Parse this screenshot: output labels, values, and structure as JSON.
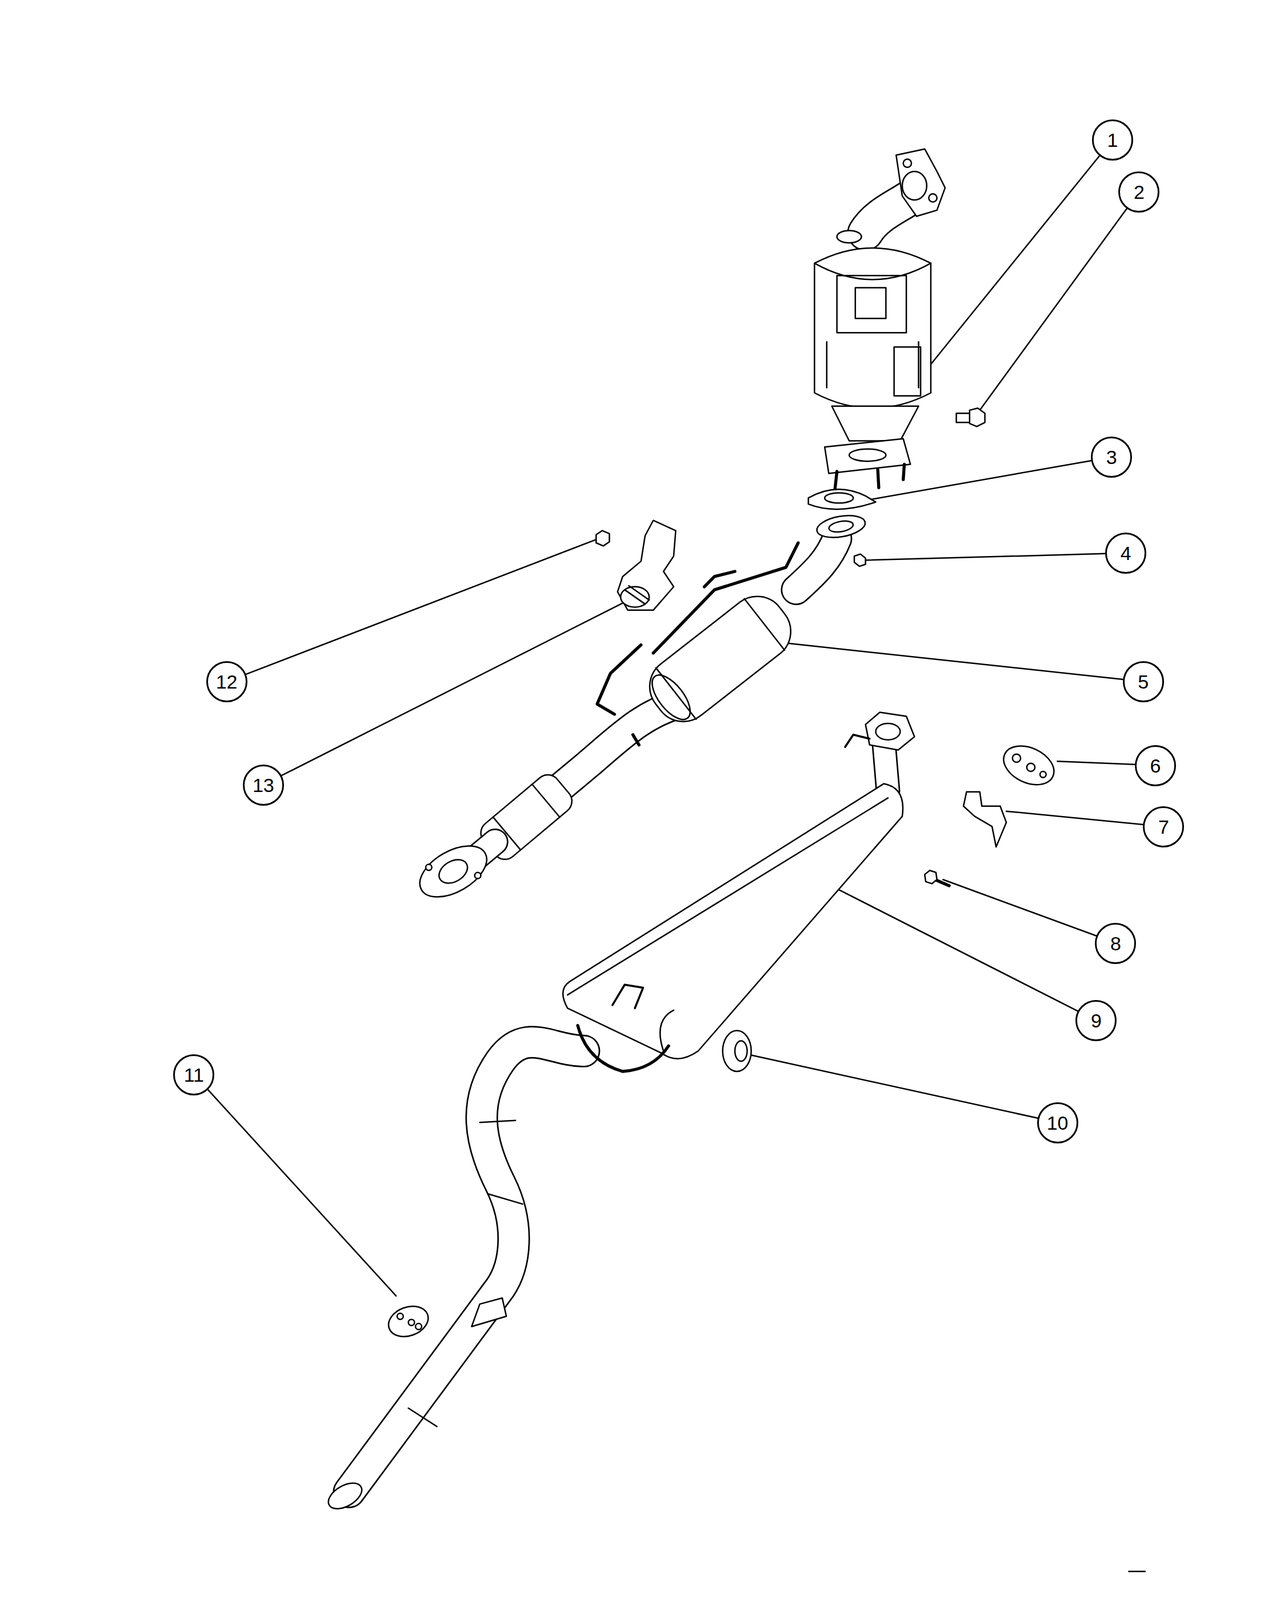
{
  "diagram": {
    "nodes": [
      {
        "text": [
          "1"
        ]
      },
      {
        "text": [
          "2"
        ]
      },
      {
        "text": [
          "3"
        ]
      },
      {
        "text": [
          "4"
        ]
      },
      {
        "text": [
          "5"
        ]
      },
      {
        "text": [
          "12"
        ]
      },
      {
        "text": [
          "6"
        ]
      },
      {
        "text": [
          "13"
        ]
      },
      {
        "text": [
          "7"
        ]
      },
      {
        "text": [
          "8"
        ]
      },
      {
        "text": [
          "9"
        ]
      },
      {
        "text": [
          "11"
        ]
      },
      {
        "text": [
          "10"
        ]
      }
    ]
  }
}
